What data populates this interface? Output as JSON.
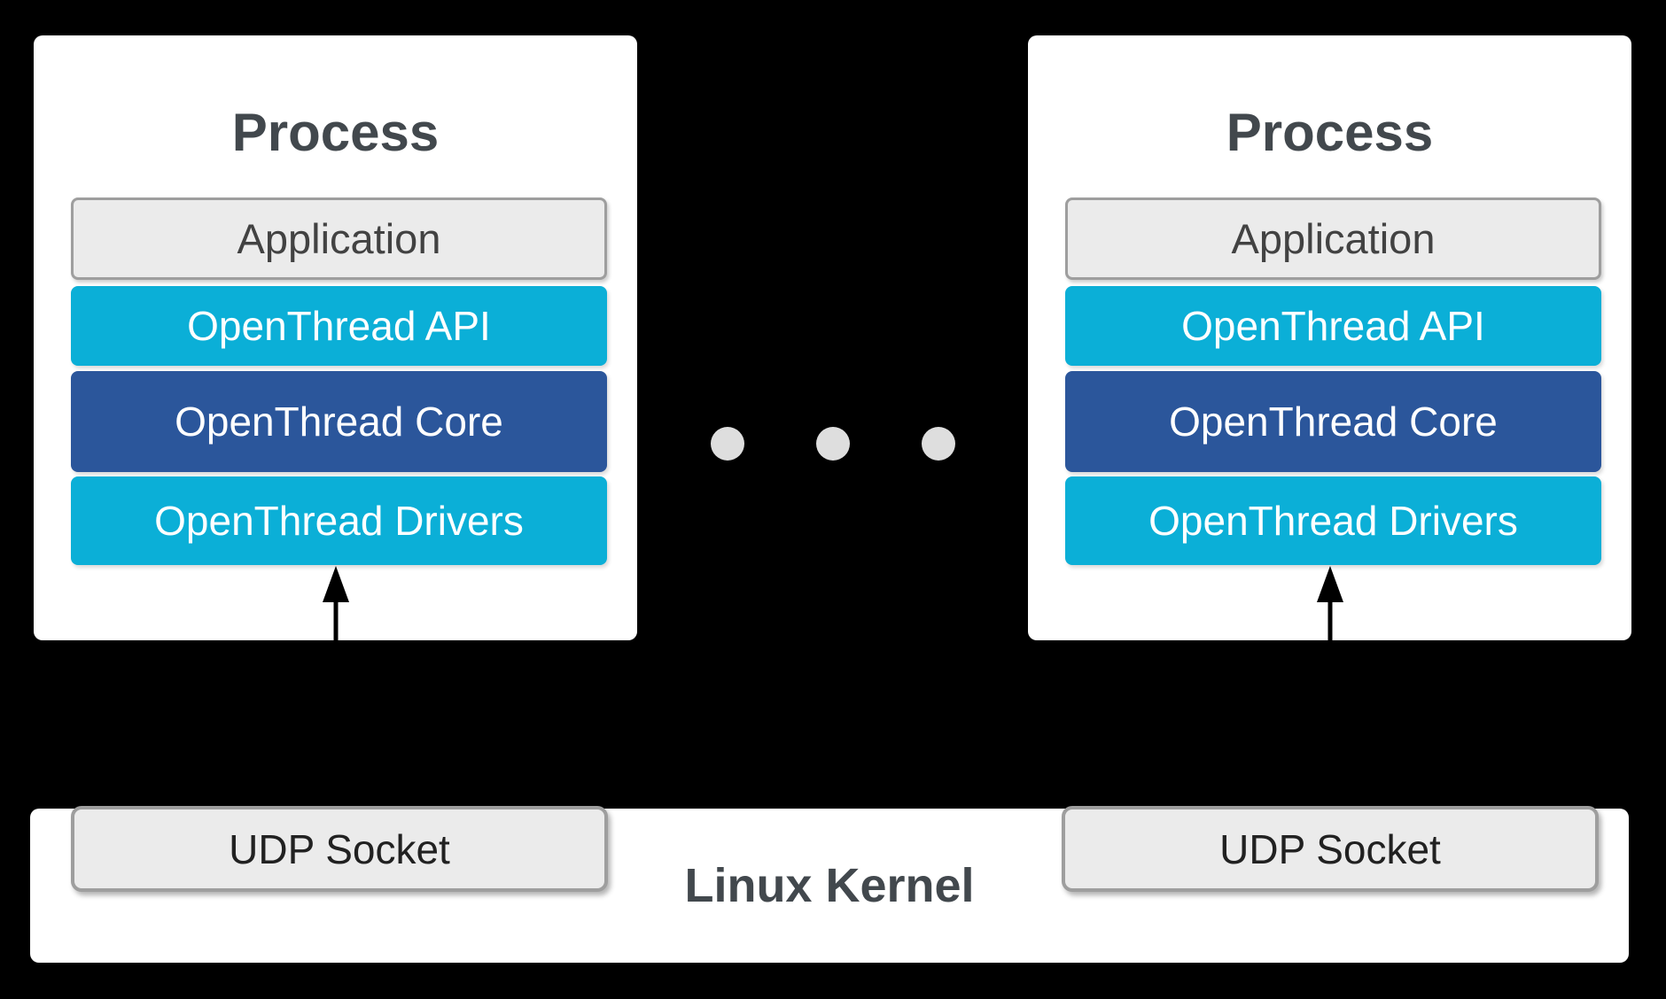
{
  "diagram": {
    "type": "architecture-diagram",
    "background_color": "#000000",
    "colors": {
      "layer_cyan": "#0bafd7",
      "layer_dark_blue": "#2b569b",
      "layer_gray_fill": "#ebebeb",
      "gray_border": "#9e9e9e",
      "title_text": "#42484d",
      "dot_gray": "#dedede",
      "arrow_black": "#000000"
    },
    "processes": [
      {
        "title": "Process",
        "layers": [
          {
            "name": "application",
            "label": "Application",
            "fill": "#ebebeb",
            "text_color": "#424242"
          },
          {
            "name": "openthread-api",
            "label": "OpenThread API",
            "fill": "#0bafd7",
            "text_color": "#ffffff"
          },
          {
            "name": "openthread-core",
            "label": "OpenThread Core",
            "fill": "#2b569b",
            "text_color": "#ffffff"
          },
          {
            "name": "openthread-drivers",
            "label": "OpenThread Drivers",
            "fill": "#0bafd7",
            "text_color": "#ffffff"
          }
        ]
      },
      {
        "title": "Process",
        "layers": [
          {
            "name": "application",
            "label": "Application",
            "fill": "#ebebeb",
            "text_color": "#424242"
          },
          {
            "name": "openthread-api",
            "label": "OpenThread API",
            "fill": "#0bafd7",
            "text_color": "#ffffff"
          },
          {
            "name": "openthread-core",
            "label": "OpenThread Core",
            "fill": "#2b569b",
            "text_color": "#ffffff"
          },
          {
            "name": "openthread-drivers",
            "label": "OpenThread Drivers",
            "fill": "#0bafd7",
            "text_color": "#ffffff"
          }
        ]
      }
    ],
    "ellipsis": {
      "dot_count": 3,
      "dot_color": "#dedede"
    },
    "arrows": {
      "count": 2,
      "direction": "up",
      "color": "#000000"
    },
    "kernel": {
      "label": "Linux Kernel",
      "sockets": [
        {
          "label": "UDP Socket"
        },
        {
          "label": "UDP Socket"
        }
      ]
    }
  }
}
